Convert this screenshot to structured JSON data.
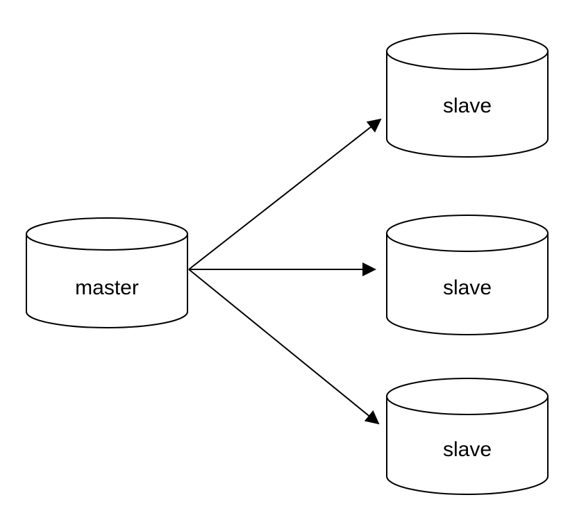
{
  "diagram": {
    "type": "master-slave-replication",
    "colors": {
      "stroke": "#000000",
      "fill": "#ffffff",
      "background": "#ffffff"
    },
    "nodes": {
      "master": {
        "label": "master",
        "shape": "database-cylinder"
      },
      "slave1": {
        "label": "slave",
        "shape": "database-cylinder"
      },
      "slave2": {
        "label": "slave",
        "shape": "database-cylinder"
      },
      "slave3": {
        "label": "slave",
        "shape": "database-cylinder"
      }
    },
    "edges": [
      {
        "from": "master",
        "to": "slave1",
        "style": "arrow"
      },
      {
        "from": "master",
        "to": "slave2",
        "style": "arrow"
      },
      {
        "from": "master",
        "to": "slave3",
        "style": "arrow"
      }
    ]
  }
}
